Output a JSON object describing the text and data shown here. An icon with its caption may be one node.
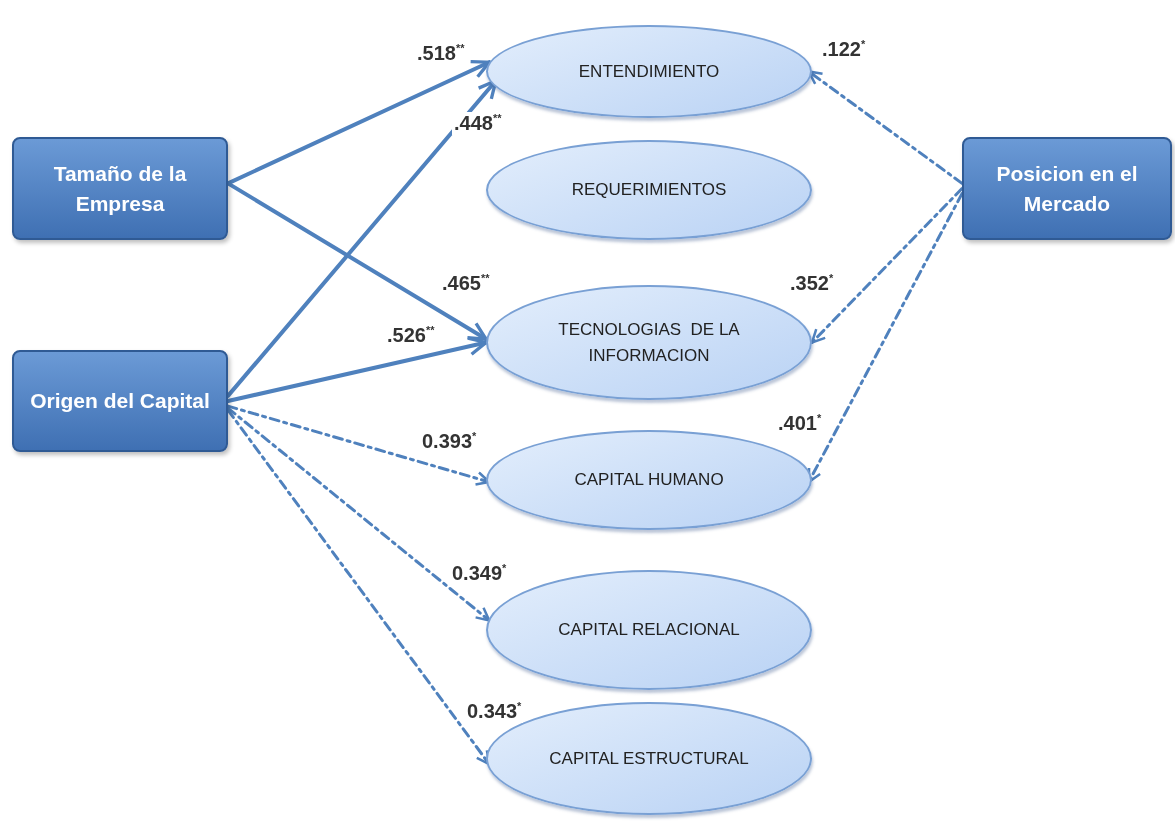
{
  "diagram": {
    "nodes": [
      {
        "text": [
          "Tamaño de la Empresa"
        ]
      },
      {
        "text": [
          "Origen del Capital"
        ]
      },
      {
        "text": [
          "ENTENDIMIENTO"
        ]
      },
      {
        "text": [
          "REQUERIMIENTOS"
        ]
      },
      {
        "text": [
          "TECNOLOGIAS  DE LA INFORMACION"
        ]
      },
      {
        "text": [
          "CAPITAL HUMANO"
        ]
      },
      {
        "text": [
          "CAPITAL RELACIONAL"
        ]
      },
      {
        "text": [
          "CAPITAL ESTRUCTURAL"
        ]
      },
      {
        "text": [
          "Posicion en el Mercado"
        ]
      }
    ],
    "edges": [
      {
        "from": 0,
        "to": 2,
        "arrow": "to",
        "label": ".518$^{**}$"
      },
      {
        "from": 1,
        "to": 2,
        "arrow": "to",
        "label": ".448$^{**}$"
      },
      {
        "from": 0,
        "to": 4,
        "arrow": "to",
        "label": ".465$^{**}$"
      },
      {
        "from": 1,
        "to": 4,
        "arrow": "to",
        "label": ".526$^{**}$"
      },
      {
        "from": 1,
        "to": 5,
        "arrow": "to",
        "label": "0.393$^{*}$",
        "style": "dashed"
      },
      {
        "from": 1,
        "to": 6,
        "arrow": "to",
        "label": "0.349$^{*}$",
        "style": "dashed"
      },
      {
        "from": 1,
        "to": 7,
        "arrow": "to",
        "label": "0.343$^{*}$",
        "style": "dashed"
      },
      {
        "from": 8,
        "to": 2,
        "arrow": "to",
        "label": ".122$^{*}$",
        "style": "dashed"
      },
      {
        "from": 8,
        "to": 4,
        "arrow": "to",
        "label": ".352$^{*}$",
        "style": "dashed"
      },
      {
        "from": 8,
        "to": 5,
        "arrow": "to",
        "label": ".401$^{*}$",
        "style": "dashed"
      }
    ]
  }
}
